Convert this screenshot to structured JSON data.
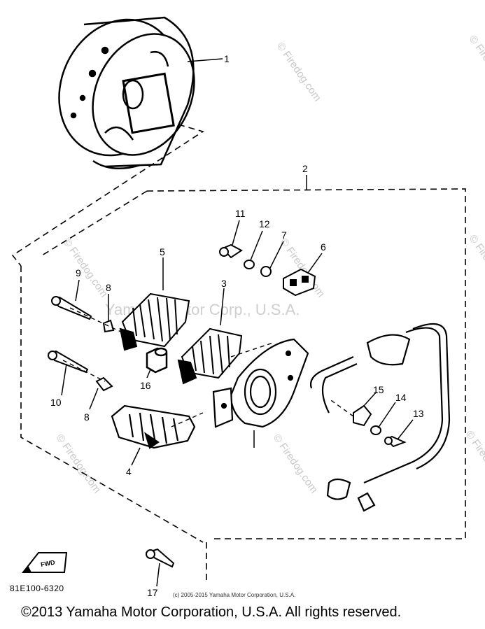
{
  "diagram": {
    "callouts": {
      "c1": "1",
      "c2": "2",
      "c3": "3",
      "c4": "4",
      "c5": "5",
      "c6": "6",
      "c7": "7",
      "c8a": "8",
      "c8b": "8",
      "c9": "9",
      "c10": "10",
      "c11": "11",
      "c12": "12",
      "c13": "13",
      "c14": "14",
      "c15": "15",
      "c16": "16",
      "c17": "17"
    },
    "fwd_label": "FWD",
    "part_code": "81E100-6320",
    "small_copyright": "(c) 2005-2015 Yamaha Motor Corporation, U.S.A.",
    "copyright": "©2013 Yamaha Motor Corporation, U.S.A. All rights reserved.",
    "watermark_center": "Yamaha Motor Corp., U.S.A.",
    "watermark_site": "© Firedog.com"
  }
}
